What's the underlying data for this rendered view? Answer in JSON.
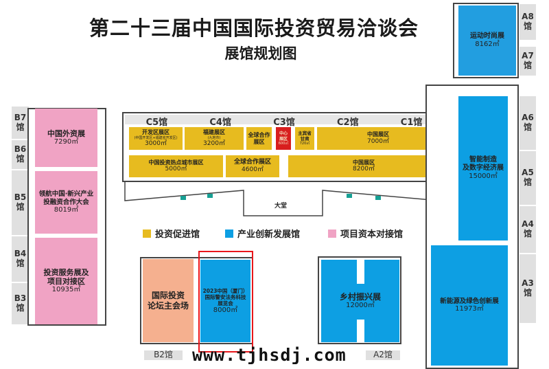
{
  "header": {
    "title": "第二十三届中国国际投资贸易洽谈会",
    "subtitle": "展馆规划图"
  },
  "colors": {
    "investment_promotion": "#e7bb1f",
    "industry_innovation": "#0d9fe3",
    "capital_matching": "#f0a3c4",
    "forum": "#f5b08f",
    "center_zone": "#d81e1e",
    "highlight": "#e8161b"
  },
  "b_halls": [
    "B7\n馆",
    "B6\n馆",
    "B5\n馆",
    "B4\n馆",
    "B3\n馆"
  ],
  "a_halls": [
    "A8\n馆",
    "A7\n馆",
    "A6\n馆",
    "A5\n馆",
    "A4\n馆",
    "A3\n馆"
  ],
  "c_halls": [
    "C5馆",
    "C4馆",
    "C3馆",
    "C2馆",
    "C1馆"
  ],
  "left_zones": [
    {
      "name": "中国外资展",
      "area": "7290㎡"
    },
    {
      "name": "领航中国·新兴产业\n投融资合作大会",
      "area": "8019㎡"
    },
    {
      "name": "投资服务展及\n项目对接区",
      "area": "10935㎡"
    }
  ],
  "c_row1": [
    {
      "name": "开发区展区",
      "note": "(中国开发区+福建省开发区)",
      "area": "3000㎡"
    },
    {
      "name": "福建展区",
      "note": "(九地市)",
      "area": "3200㎡"
    },
    {
      "name": "全球合作\n展区",
      "note": "",
      "area": ""
    },
    {
      "name": "中心\n展区",
      "note": "",
      "area": "600㎡"
    },
    {
      "name": "主宾省\n甘肃",
      "note": "",
      "area": "720㎡"
    },
    {
      "name": "中国展区",
      "note": "",
      "area": "7000㎡"
    }
  ],
  "c_row2": [
    {
      "name": "中国投资热点城市展区",
      "area": "5000㎡"
    },
    {
      "name": "全球合作展区",
      "area": "4600㎡"
    },
    {
      "name": "中国展区",
      "area": "8200㎡"
    }
  ],
  "lobby": "大堂",
  "legend": [
    "投资促进馆",
    "产业创新发展馆",
    "项目资本对接馆"
  ],
  "bottom_zones": {
    "forum": "国际投资\n论坛主会场",
    "expo": {
      "name": "2023中国（厦门）\n国际警安法务科技\n展览会",
      "area": "8000㎡"
    },
    "rural": {
      "name": "乡村振兴展",
      "area": "12000㎡"
    }
  },
  "right_zones": {
    "sports": {
      "name": "运动时尚展",
      "area": "8162㎡"
    },
    "smart": {
      "name": "智能制造\n及数字经济展",
      "area": "15000㎡"
    },
    "energy": {
      "name": "新能源及绿色创新展",
      "area": "11973㎡"
    }
  },
  "bottom_labels": [
    "B2馆",
    "A2馆"
  ],
  "watermark": "www.tjhsdj.com"
}
